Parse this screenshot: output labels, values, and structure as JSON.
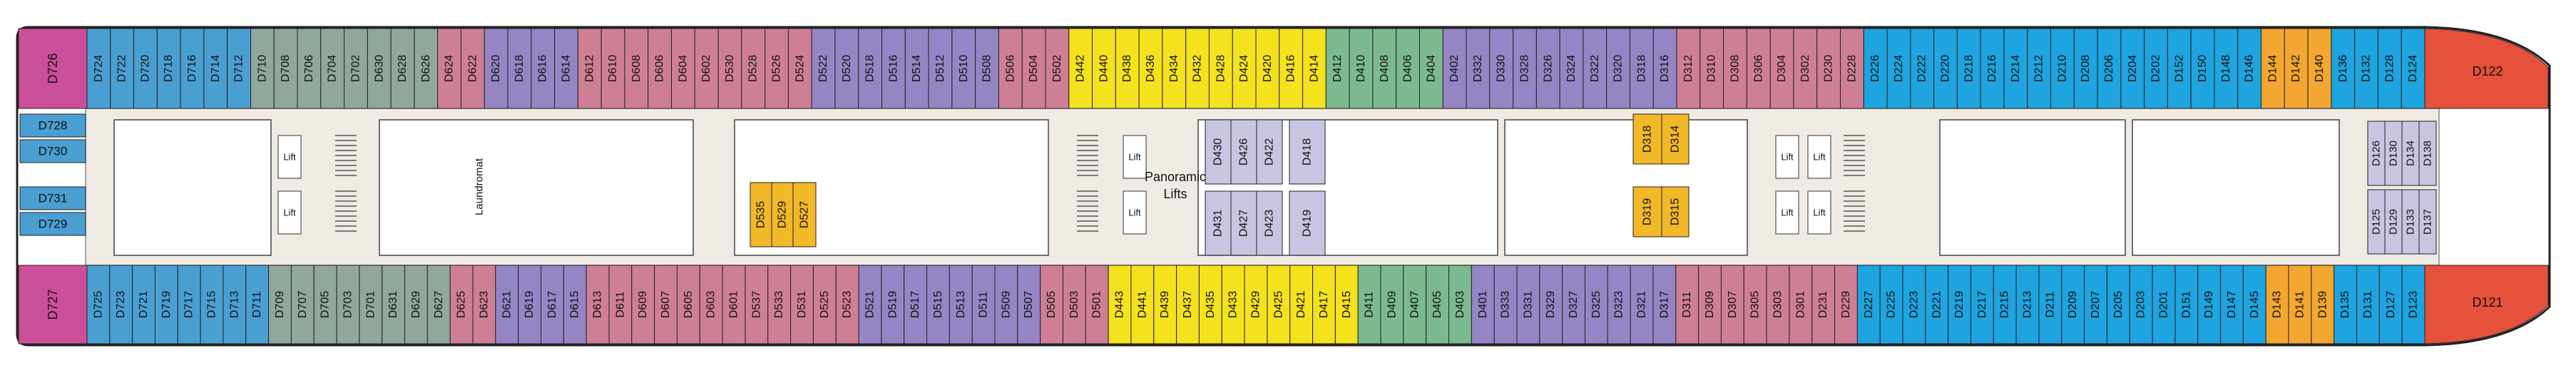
{
  "colors": {
    "magenta": "#cc4f9b",
    "blue": "#4a9fd2",
    "cyan": "#1ea4df",
    "green": "#7cb98f",
    "sage": "#8fa89b",
    "pink": "#cf7f95",
    "rose": "#d98fa3",
    "purple": "#9585c4",
    "yellow": "#f5e21e",
    "lavender": "#c7c5e1",
    "orange": "#f3a630",
    "gold": "#f1b827",
    "red": "#e5513b",
    "corridor": "#efeae4",
    "outline": "#222222"
  },
  "top_row": [
    {
      "label": "D724",
      "c": "blue"
    },
    {
      "label": "D722",
      "c": "blue"
    },
    {
      "label": "D720",
      "c": "blue"
    },
    {
      "label": "D718",
      "c": "blue"
    },
    {
      "label": "D716",
      "c": "blue"
    },
    {
      "label": "D714",
      "c": "blue"
    },
    {
      "label": "D712",
      "c": "blue"
    },
    {
      "label": "D710",
      "c": "sage"
    },
    {
      "label": "D708",
      "c": "sage"
    },
    {
      "label": "D706",
      "c": "sage"
    },
    {
      "label": "D704",
      "c": "sage"
    },
    {
      "label": "D702",
      "c": "sage"
    },
    {
      "label": "D630",
      "c": "sage"
    },
    {
      "label": "D628",
      "c": "sage"
    },
    {
      "label": "D626",
      "c": "sage"
    },
    {
      "label": "D624",
      "c": "pink"
    },
    {
      "label": "D622",
      "c": "pink"
    },
    {
      "label": "D620",
      "c": "purple"
    },
    {
      "label": "D618",
      "c": "purple"
    },
    {
      "label": "D616",
      "c": "purple"
    },
    {
      "label": "D614",
      "c": "purple"
    },
    {
      "label": "D612",
      "c": "pink"
    },
    {
      "label": "D610",
      "c": "pink"
    },
    {
      "label": "D608",
      "c": "pink"
    },
    {
      "label": "D606",
      "c": "pink"
    },
    {
      "label": "D604",
      "c": "pink"
    },
    {
      "label": "D602",
      "c": "pink"
    },
    {
      "label": "D530",
      "c": "pink"
    },
    {
      "label": "D528",
      "c": "pink"
    },
    {
      "label": "D526",
      "c": "pink"
    },
    {
      "label": "D524",
      "c": "pink"
    },
    {
      "label": "D522",
      "c": "purple"
    },
    {
      "label": "D520",
      "c": "purple"
    },
    {
      "label": "D518",
      "c": "purple"
    },
    {
      "label": "D516",
      "c": "purple"
    },
    {
      "label": "D514",
      "c": "purple"
    },
    {
      "label": "D512",
      "c": "purple"
    },
    {
      "label": "D510",
      "c": "purple"
    },
    {
      "label": "D508",
      "c": "purple"
    },
    {
      "label": "D506",
      "c": "pink"
    },
    {
      "label": "D504",
      "c": "pink"
    },
    {
      "label": "D502",
      "c": "pink"
    },
    {
      "label": "D442",
      "c": "yellow"
    },
    {
      "label": "D440",
      "c": "yellow"
    },
    {
      "label": "D438",
      "c": "yellow"
    },
    {
      "label": "D436",
      "c": "yellow"
    },
    {
      "label": "D434",
      "c": "yellow"
    },
    {
      "label": "D432",
      "c": "yellow"
    },
    {
      "label": "D428",
      "c": "yellow"
    },
    {
      "label": "D424",
      "c": "yellow"
    },
    {
      "label": "D420",
      "c": "yellow"
    },
    {
      "label": "D416",
      "c": "yellow"
    },
    {
      "label": "D414",
      "c": "yellow"
    },
    {
      "label": "D412",
      "c": "green"
    },
    {
      "label": "D410",
      "c": "green"
    },
    {
      "label": "D408",
      "c": "green"
    },
    {
      "label": "D406",
      "c": "green"
    },
    {
      "label": "D404",
      "c": "green"
    },
    {
      "label": "D402",
      "c": "purple"
    },
    {
      "label": "D332",
      "c": "purple"
    },
    {
      "label": "D330",
      "c": "purple"
    },
    {
      "label": "D328",
      "c": "purple"
    },
    {
      "label": "D326",
      "c": "purple"
    },
    {
      "label": "D324",
      "c": "purple"
    },
    {
      "label": "D322",
      "c": "purple"
    },
    {
      "label": "D320",
      "c": "purple"
    },
    {
      "label": "D318",
      "c": "purple"
    },
    {
      "label": "D316",
      "c": "purple"
    },
    {
      "label": "D312",
      "c": "pink"
    },
    {
      "label": "D310",
      "c": "pink"
    },
    {
      "label": "D308",
      "c": "pink"
    },
    {
      "label": "D306",
      "c": "pink"
    },
    {
      "label": "D304",
      "c": "pink"
    },
    {
      "label": "D302",
      "c": "pink"
    },
    {
      "label": "D230",
      "c": "pink"
    },
    {
      "label": "D228",
      "c": "pink"
    },
    {
      "label": "D226",
      "c": "cyan"
    },
    {
      "label": "D224",
      "c": "cyan"
    },
    {
      "label": "D222",
      "c": "cyan"
    },
    {
      "label": "D220",
      "c": "cyan"
    },
    {
      "label": "D218",
      "c": "cyan"
    },
    {
      "label": "D216",
      "c": "cyan"
    },
    {
      "label": "D214",
      "c": "cyan"
    },
    {
      "label": "D212",
      "c": "cyan"
    },
    {
      "label": "D210",
      "c": "cyan"
    },
    {
      "label": "D208",
      "c": "cyan"
    },
    {
      "label": "D206",
      "c": "cyan"
    },
    {
      "label": "D204",
      "c": "cyan"
    },
    {
      "label": "D202",
      "c": "cyan"
    },
    {
      "label": "D152",
      "c": "cyan"
    },
    {
      "label": "D150",
      "c": "cyan"
    },
    {
      "label": "D148",
      "c": "cyan"
    },
    {
      "label": "D146",
      "c": "cyan"
    },
    {
      "label": "D144",
      "c": "orange"
    },
    {
      "label": "D142",
      "c": "orange"
    },
    {
      "label": "D140",
      "c": "orange"
    },
    {
      "label": "D136",
      "c": "cyan"
    },
    {
      "label": "D132",
      "c": "cyan"
    },
    {
      "label": "D128",
      "c": "cyan"
    },
    {
      "label": "D124",
      "c": "cyan"
    }
  ],
  "bottom_row": [
    {
      "label": "D725",
      "c": "blue"
    },
    {
      "label": "D723",
      "c": "blue"
    },
    {
      "label": "D721",
      "c": "blue"
    },
    {
      "label": "D719",
      "c": "blue"
    },
    {
      "label": "D717",
      "c": "blue"
    },
    {
      "label": "D715",
      "c": "blue"
    },
    {
      "label": "D713",
      "c": "blue"
    },
    {
      "label": "D711",
      "c": "blue"
    },
    {
      "label": "D709",
      "c": "sage"
    },
    {
      "label": "D707",
      "c": "sage"
    },
    {
      "label": "D705",
      "c": "sage"
    },
    {
      "label": "D703",
      "c": "sage"
    },
    {
      "label": "D701",
      "c": "sage"
    },
    {
      "label": "D631",
      "c": "sage"
    },
    {
      "label": "D629",
      "c": "sage"
    },
    {
      "label": "D627",
      "c": "sage"
    },
    {
      "label": "D625",
      "c": "pink"
    },
    {
      "label": "D623",
      "c": "pink"
    },
    {
      "label": "D621",
      "c": "purple"
    },
    {
      "label": "D619",
      "c": "purple"
    },
    {
      "label": "D617",
      "c": "purple"
    },
    {
      "label": "D615",
      "c": "purple"
    },
    {
      "label": "D613",
      "c": "pink"
    },
    {
      "label": "D611",
      "c": "pink"
    },
    {
      "label": "D609",
      "c": "pink"
    },
    {
      "label": "D607",
      "c": "pink"
    },
    {
      "label": "D605",
      "c": "pink"
    },
    {
      "label": "D603",
      "c": "pink"
    },
    {
      "label": "D601",
      "c": "pink"
    },
    {
      "label": "D537",
      "c": "pink"
    },
    {
      "label": "D533",
      "c": "pink"
    },
    {
      "label": "D531",
      "c": "pink"
    },
    {
      "label": "D525",
      "c": "pink"
    },
    {
      "label": "D523",
      "c": "pink"
    },
    {
      "label": "D521",
      "c": "purple"
    },
    {
      "label": "D519",
      "c": "purple"
    },
    {
      "label": "D517",
      "c": "purple"
    },
    {
      "label": "D515",
      "c": "purple"
    },
    {
      "label": "D513",
      "c": "purple"
    },
    {
      "label": "D511",
      "c": "purple"
    },
    {
      "label": "D509",
      "c": "purple"
    },
    {
      "label": "D507",
      "c": "purple"
    },
    {
      "label": "D505",
      "c": "pink"
    },
    {
      "label": "D503",
      "c": "pink"
    },
    {
      "label": "D501",
      "c": "pink"
    },
    {
      "label": "D443",
      "c": "yellow"
    },
    {
      "label": "D441",
      "c": "yellow"
    },
    {
      "label": "D439",
      "c": "yellow"
    },
    {
      "label": "D437",
      "c": "yellow"
    },
    {
      "label": "D435",
      "c": "yellow"
    },
    {
      "label": "D433",
      "c": "yellow"
    },
    {
      "label": "D429",
      "c": "yellow"
    },
    {
      "label": "D425",
      "c": "yellow"
    },
    {
      "label": "D421",
      "c": "yellow"
    },
    {
      "label": "D417",
      "c": "yellow"
    },
    {
      "label": "D415",
      "c": "yellow"
    },
    {
      "label": "D411",
      "c": "green"
    },
    {
      "label": "D409",
      "c": "green"
    },
    {
      "label": "D407",
      "c": "green"
    },
    {
      "label": "D405",
      "c": "green"
    },
    {
      "label": "D403",
      "c": "green"
    },
    {
      "label": "D401",
      "c": "purple"
    },
    {
      "label": "D333",
      "c": "purple"
    },
    {
      "label": "D331",
      "c": "purple"
    },
    {
      "label": "D329",
      "c": "purple"
    },
    {
      "label": "D327",
      "c": "purple"
    },
    {
      "label": "D325",
      "c": "purple"
    },
    {
      "label": "D323",
      "c": "purple"
    },
    {
      "label": "D321",
      "c": "purple"
    },
    {
      "label": "D317",
      "c": "purple"
    },
    {
      "label": "D311",
      "c": "pink"
    },
    {
      "label": "D309",
      "c": "pink"
    },
    {
      "label": "D307",
      "c": "pink"
    },
    {
      "label": "D305",
      "c": "pink"
    },
    {
      "label": "D303",
      "c": "pink"
    },
    {
      "label": "D301",
      "c": "pink"
    },
    {
      "label": "D231",
      "c": "pink"
    },
    {
      "label": "D229",
      "c": "pink"
    },
    {
      "label": "D227",
      "c": "cyan"
    },
    {
      "label": "D225",
      "c": "cyan"
    },
    {
      "label": "D223",
      "c": "cyan"
    },
    {
      "label": "D221",
      "c": "cyan"
    },
    {
      "label": "D219",
      "c": "cyan"
    },
    {
      "label": "D217",
      "c": "cyan"
    },
    {
      "label": "D215",
      "c": "cyan"
    },
    {
      "label": "D213",
      "c": "cyan"
    },
    {
      "label": "D211",
      "c": "cyan"
    },
    {
      "label": "D209",
      "c": "cyan"
    },
    {
      "label": "D207",
      "c": "cyan"
    },
    {
      "label": "D205",
      "c": "cyan"
    },
    {
      "label": "D203",
      "c": "cyan"
    },
    {
      "label": "D201",
      "c": "cyan"
    },
    {
      "label": "D151",
      "c": "cyan"
    },
    {
      "label": "D149",
      "c": "cyan"
    },
    {
      "label": "D147",
      "c": "cyan"
    },
    {
      "label": "D145",
      "c": "cyan"
    },
    {
      "label": "D143",
      "c": "orange"
    },
    {
      "label": "D141",
      "c": "orange"
    },
    {
      "label": "D139",
      "c": "orange"
    },
    {
      "label": "D135",
      "c": "cyan"
    },
    {
      "label": "D131",
      "c": "cyan"
    },
    {
      "label": "D127",
      "c": "cyan"
    },
    {
      "label": "D123",
      "c": "cyan"
    }
  ],
  "stern": {
    "top": "D726",
    "bottom": "D727",
    "side_cabins": [
      "D728",
      "D730",
      "D731",
      "D729"
    ]
  },
  "bow": {
    "top": "D122",
    "bottom": "D121"
  },
  "inner_yellow": [
    {
      "label": "D527",
      "c": "gold"
    },
    {
      "label": "D529",
      "c": "gold"
    },
    {
      "label": "D535",
      "c": "gold"
    },
    {
      "label": "D314",
      "c": "gold"
    },
    {
      "label": "D318",
      "c": "gold"
    },
    {
      "label": "D319",
      "c": "gold"
    },
    {
      "label": "D315",
      "c": "gold"
    }
  ],
  "inner_mid": [
    {
      "label": "D430",
      "c": "lavender"
    },
    {
      "label": "D426",
      "c": "lavender"
    },
    {
      "label": "D422",
      "c": "lavender"
    },
    {
      "label": "D431",
      "c": "lavender"
    },
    {
      "label": "D427",
      "c": "lavender"
    },
    {
      "label": "D423",
      "c": "lavender"
    },
    {
      "label": "D418",
      "c": "lavender"
    },
    {
      "label": "D419",
      "c": "lavender"
    }
  ],
  "inner_fwd": [
    {
      "label": "D126",
      "c": "lavender"
    },
    {
      "label": "D130",
      "c": "lavender"
    },
    {
      "label": "D134",
      "c": "lavender"
    },
    {
      "label": "D138",
      "c": "lavender"
    },
    {
      "label": "D125",
      "c": "lavender"
    },
    {
      "label": "D129",
      "c": "lavender"
    },
    {
      "label": "D133",
      "c": "lavender"
    },
    {
      "label": "D137",
      "c": "lavender"
    }
  ],
  "labels": {
    "lift": "Lift",
    "laundromat": "Laundromat",
    "panoramic_1": "Panoramic",
    "panoramic_2": "Lifts"
  }
}
